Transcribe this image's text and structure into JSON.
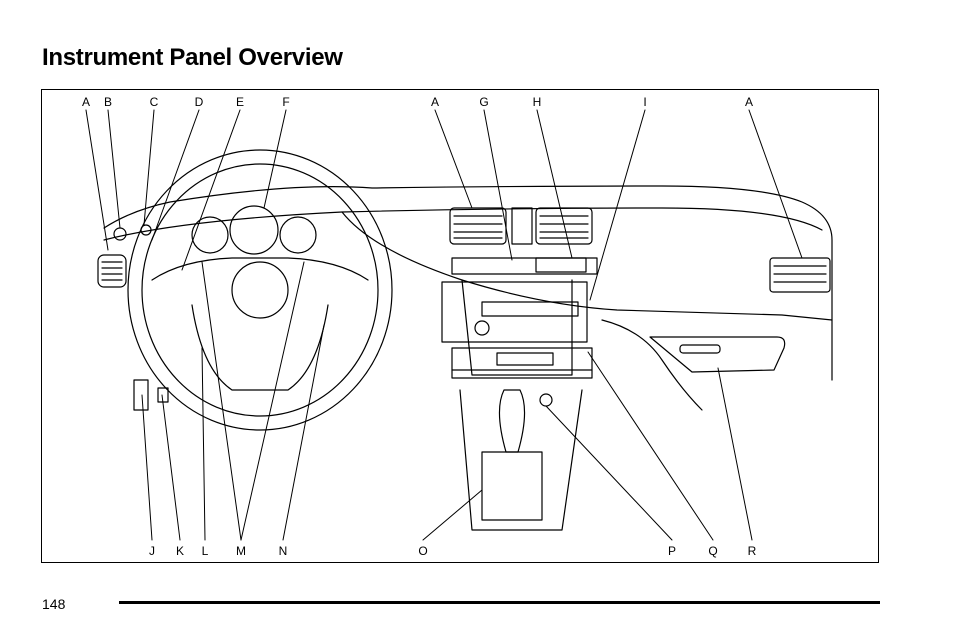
{
  "page": {
    "title": "Instrument Panel Overview",
    "page_number": "148"
  },
  "figure": {
    "top_labels": [
      "A",
      "B",
      "C",
      "D",
      "E",
      "F",
      "A",
      "G",
      "H",
      "I",
      "A"
    ],
    "bottom_labels": [
      "J",
      "K",
      "L",
      "M",
      "N",
      "O",
      "P",
      "Q",
      "R"
    ]
  }
}
